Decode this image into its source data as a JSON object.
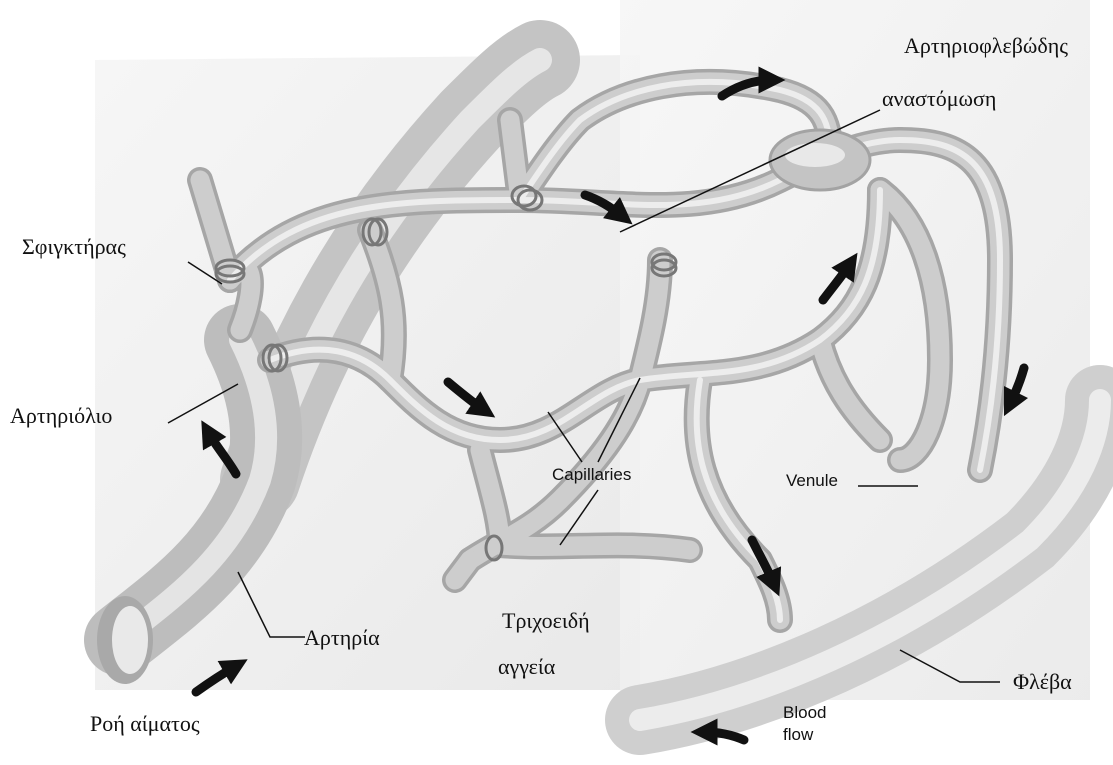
{
  "labels": {
    "av_anastomosis_line1": "Αρτηριοφλεβώδης",
    "av_anastomosis_line2": "αναστόμωση",
    "sphincter": "Σφιγκτήρας",
    "arteriole": "Αρτηριόλιο",
    "capillaries": "Capillaries",
    "venule": "Venule",
    "capillaries_gr_line1": "Τριχοειδή",
    "capillaries_gr_line2": "αγγεία",
    "artery": "Αρτηρία",
    "vein": "Φλέβα",
    "blood_flow_gr": "Ροή αίματος",
    "blood_flow_line1": "Blood",
    "blood_flow_line2": "flow"
  },
  "colors": {
    "vessel_fill": "#c9c9c9",
    "vessel_highlight": "#eeeeee",
    "vessel_shadow": "#9a9a9a",
    "background_panel": "#f1f1f1",
    "arrow": "#111111"
  }
}
